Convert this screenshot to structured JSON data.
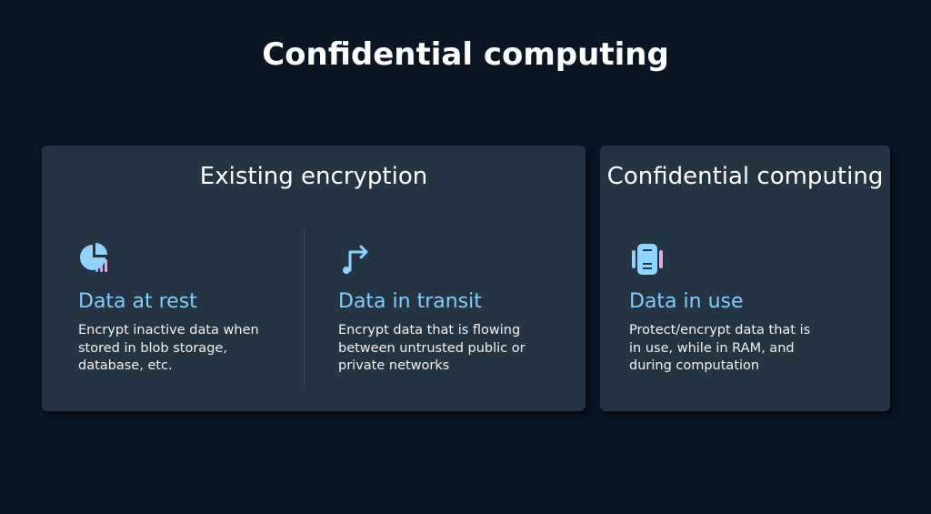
{
  "title": "Confidential computing",
  "existing": {
    "heading": "Existing encryption",
    "items": [
      {
        "icon": "pie-chart-icon",
        "title": "Data at rest",
        "desc": "Encrypt inactive data when stored in blob storage, database, etc."
      },
      {
        "icon": "route-arrow-icon",
        "title": "Data in transit",
        "desc": "Encrypt data that is flowing between untrusted public or private networks"
      }
    ]
  },
  "confidential": {
    "heading": "Confidential computing",
    "item": {
      "icon": "memory-chip-icon",
      "title": "Data in use",
      "desc": "Protect/encrypt data that is in use, while in RAM, and during computation"
    }
  }
}
